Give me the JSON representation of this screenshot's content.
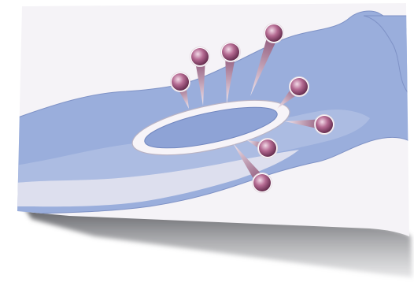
{
  "diagram": {
    "colors": {
      "background": "#ffffff",
      "card": "#f5f3f7",
      "card_shadow": "#6e6f74",
      "channel": "#9aaedc",
      "channel_edge": "#7f92c6",
      "ring": "#f7f4f8",
      "ring_edge": "#b9b3c4",
      "inner_pool": "#8ea3d6",
      "arrow_light": "#f1e7ee",
      "arrow_dark": "#8a4f73",
      "particle_center": "#f2dbe8",
      "particle_mid": "#b56a92",
      "particle_edge": "#5e2748"
    },
    "particles": [
      {
        "id": "p1",
        "label": ""
      },
      {
        "id": "p2",
        "label": ""
      },
      {
        "id": "p3",
        "label": ""
      },
      {
        "id": "p4",
        "label": ""
      },
      {
        "id": "p5",
        "label": ""
      },
      {
        "id": "p6",
        "label": ""
      },
      {
        "id": "p7",
        "label": ""
      },
      {
        "id": "p8",
        "label": ""
      }
    ]
  }
}
